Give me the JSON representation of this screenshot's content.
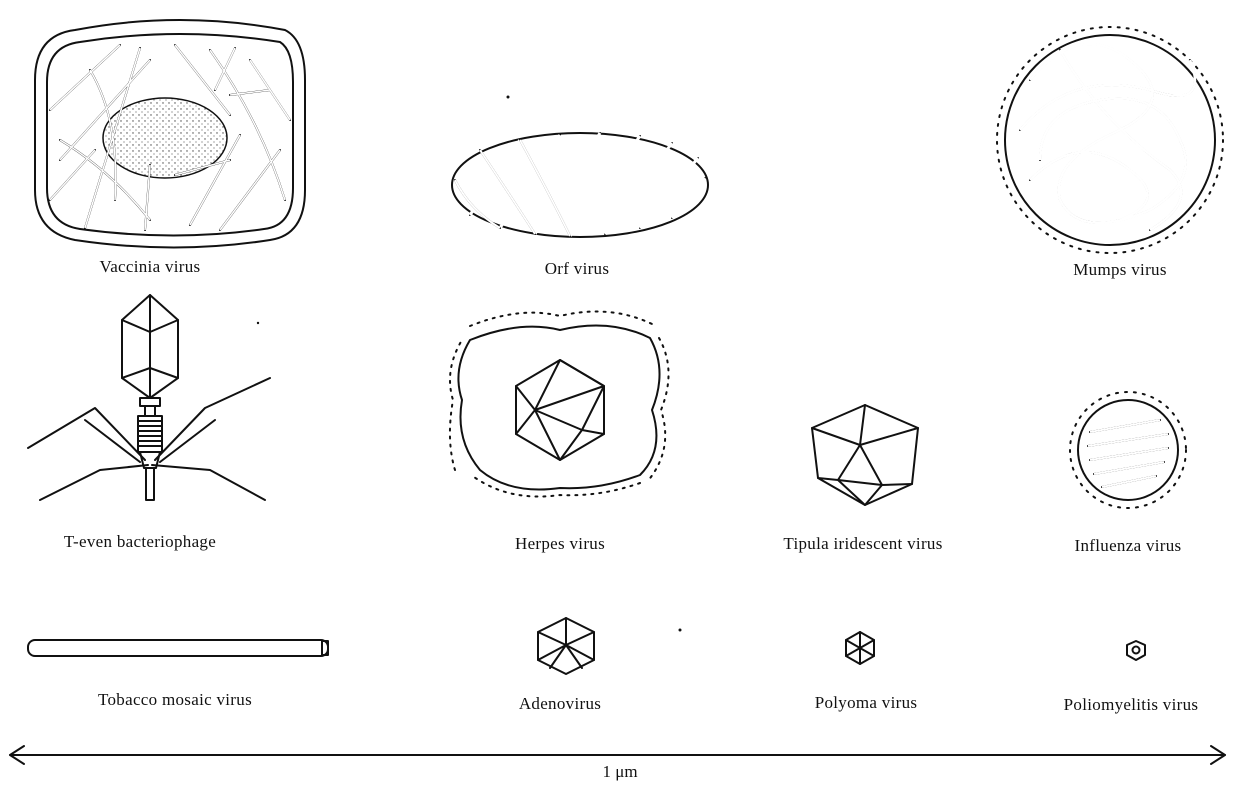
{
  "labels": {
    "vaccinia": "Vaccinia virus",
    "orf": "Orf virus",
    "mumps": "Mumps virus",
    "bacteriophage": "T-even bacteriophage",
    "herpes": "Herpes virus",
    "tipula": "Tipula iridescent virus",
    "influenza": "Influenza virus",
    "tobacco": "Tobacco mosaic virus",
    "adenovirus": "Adenovirus",
    "polyoma": "Polyoma virus",
    "polio": "Poliomyelitis virus"
  },
  "scale_bar": {
    "label": "1 μm"
  }
}
